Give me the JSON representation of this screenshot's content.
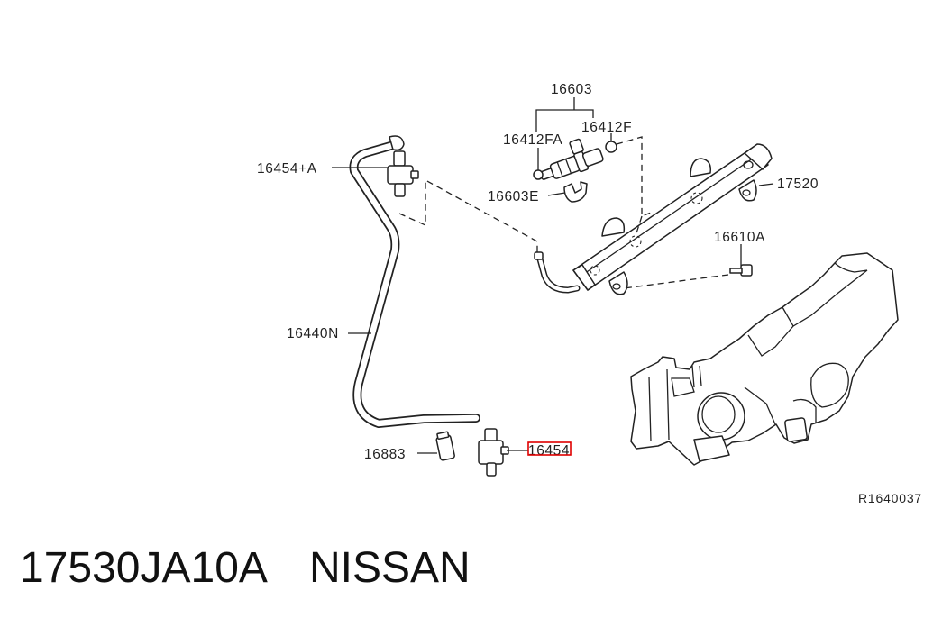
{
  "labels": {
    "p16603": "16603",
    "p16412FA": "16412FA",
    "p16412F": "16412F",
    "p16454A": "16454+A",
    "p16603E": "16603E",
    "p17520": "17520",
    "p16610A": "16610A",
    "p16440N": "16440N",
    "p16883": "16883",
    "p16454": "16454"
  },
  "reference_code": "R1640037",
  "footer": {
    "part_number": "17530JA10A",
    "brand": "NISSAN"
  },
  "highlight_color": "#e00000"
}
